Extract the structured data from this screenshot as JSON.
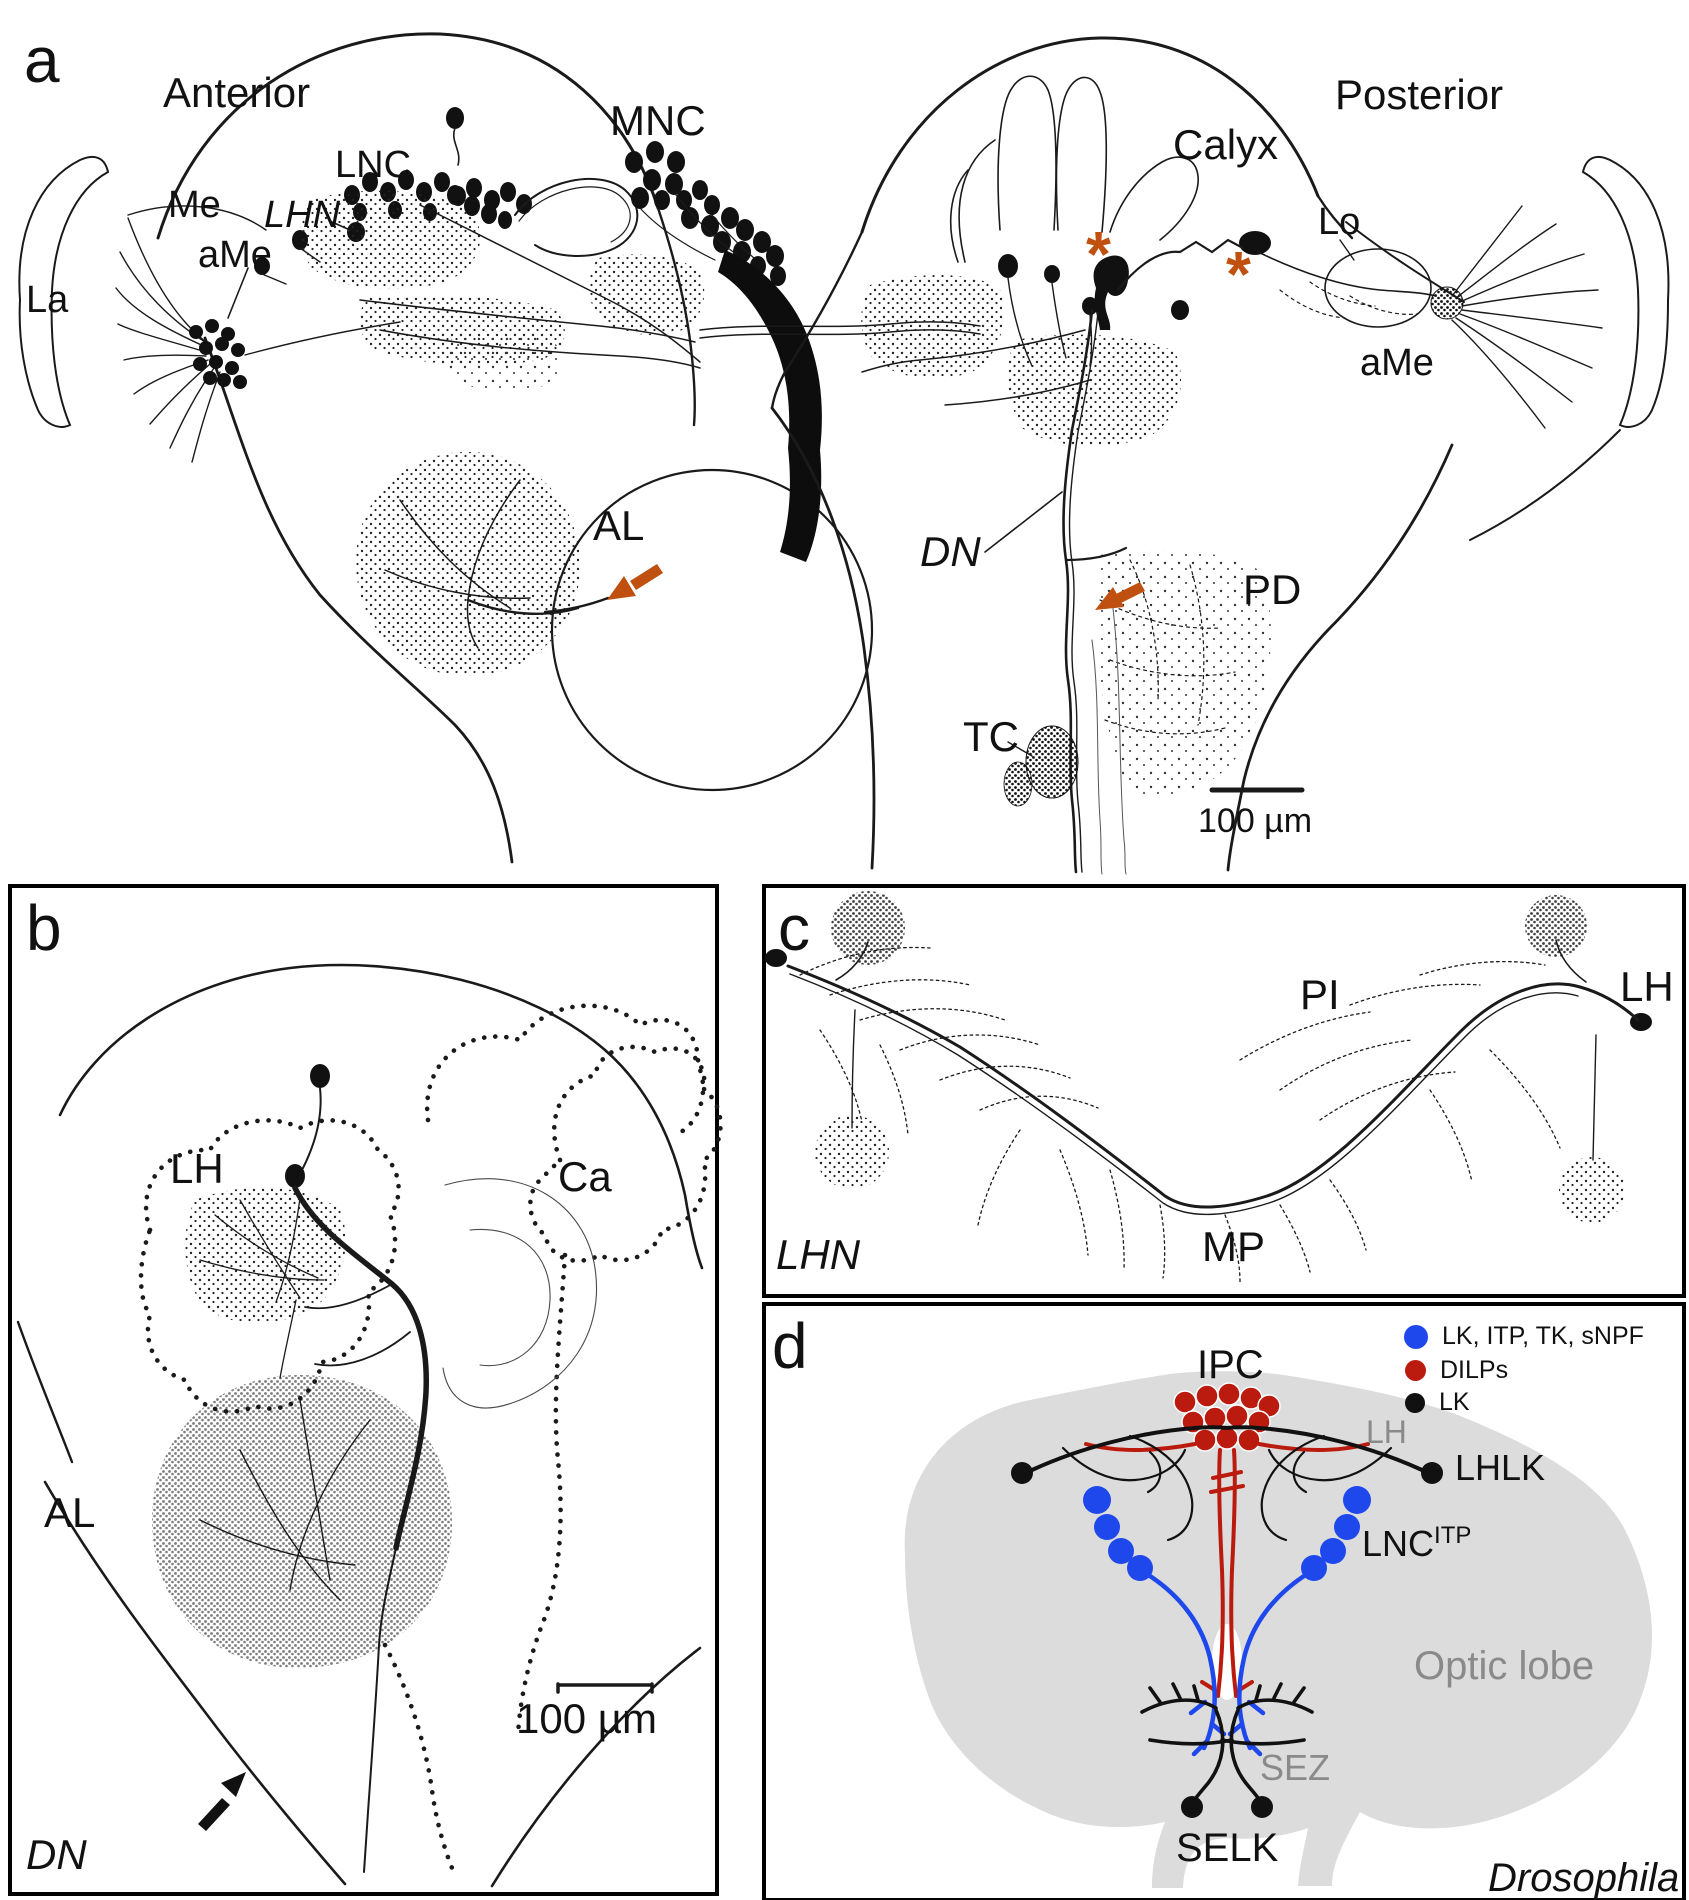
{
  "figure": {
    "background": "#ffffff"
  },
  "colors": {
    "annotation_orange": "#c0500f",
    "blue": "#1e48ec",
    "red": "#bb1b0e",
    "black": "#111111",
    "silhouette": "#dcdcdc",
    "gray_label": "#8a8a8a"
  },
  "panel_a": {
    "letter": "a",
    "view_left": "Anterior",
    "view_right": "Posterior",
    "labels": {
      "mnc": "MNC",
      "lnc": "LNC",
      "lhn": "LHN",
      "me": "Me",
      "ame_left": "aMe",
      "la": "La",
      "al": "AL",
      "calyx": "Calyx",
      "lo": "Lo",
      "ame_right": "aMe",
      "dn": "DN",
      "pd": "PD",
      "tc": "TC"
    },
    "asterisk": "*",
    "scale_bar": "100 µm"
  },
  "panel_b": {
    "letter": "b",
    "labels": {
      "lh": "LH",
      "ca": "Ca",
      "al": "AL",
      "dn": "DN"
    },
    "scale_bar": "100 µm"
  },
  "panel_c": {
    "letter": "c",
    "labels": {
      "pi": "PI",
      "lh": "LH",
      "mp": "MP",
      "lhn": "LHN"
    }
  },
  "panel_d": {
    "letter": "d",
    "legend": [
      {
        "label": "LK, ITP, TK, sNPF",
        "color": "#1e48ec"
      },
      {
        "label": "DILPs",
        "color": "#bb1b0e"
      },
      {
        "label": "LK",
        "color": "#111111"
      }
    ],
    "labels": {
      "ipc": "IPC",
      "lh": "LH",
      "lhlk": "LHLK",
      "lnc_base": "LNC",
      "lnc_sup": "ITP",
      "optic_lobe": "Optic lobe",
      "sez": "SEZ",
      "selk": "SELK"
    },
    "species": "Drosophila"
  }
}
